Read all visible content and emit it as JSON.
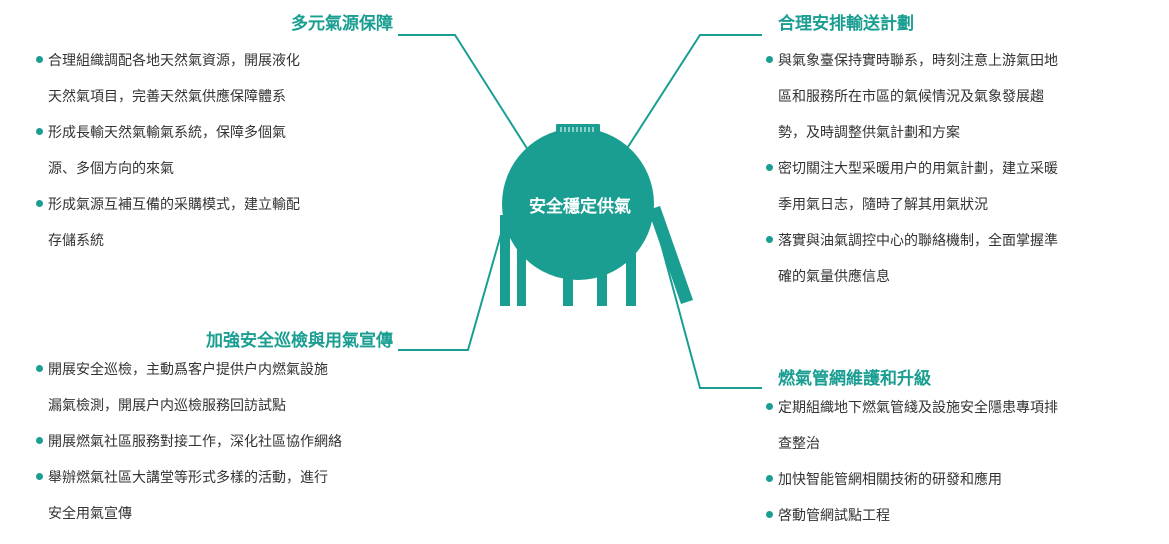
{
  "colors": {
    "accent": "#1a9e92",
    "text": "#333333"
  },
  "center": {
    "label": "安全穩定供氣"
  },
  "sections": [
    {
      "title": "多元氣源保障",
      "items": [
        [
          "合理組織調配各地天然氣資源，開展液化",
          "天然氣項目，完善天然氣供應保障體系"
        ],
        [
          "形成長輸天然氣輸氣系統，保障多個氣",
          "源、多個方向的來氣"
        ],
        [
          "形成氣源互補互備的采購模式，建立輸配",
          "存儲系統"
        ]
      ]
    },
    {
      "title": "合理安排輸送計劃",
      "items": [
        [
          "與氣象臺保持實時聯系，時刻注意上游氣田地",
          "區和服務所在市區的氣候情況及氣象發展趨",
          "勢，及時調整供氣計劃和方案"
        ],
        [
          "密切關注大型采暖用户的用氣計劃，建立采暖",
          "季用氣日志，隨時了解其用氣狀況"
        ],
        [
          "落實與油氣調控中心的聯絡機制，全面掌握準",
          "確的氣量供應信息"
        ]
      ]
    },
    {
      "title": "加強安全巡檢與用氣宣傳",
      "items": [
        [
          "開展安全巡檢，主動爲客户提供户内燃氣設施",
          "漏氣檢測，開展户内巡檢服務回訪試點"
        ],
        [
          "開展燃氣社區服務對接工作，深化社區協作網絡"
        ],
        [
          "舉辦燃氣社區大講堂等形式多樣的活動，進行",
          "安全用氣宣傳"
        ]
      ]
    },
    {
      "title": "燃氣管網維護和升級",
      "items": [
        [
          "定期組織地下燃氣管綫及設施安全隱患專項排",
          "查整治"
        ],
        [
          "加快智能管網相關技術的研發和應用"
        ],
        [
          "啓動管網試點工程"
        ]
      ]
    }
  ]
}
